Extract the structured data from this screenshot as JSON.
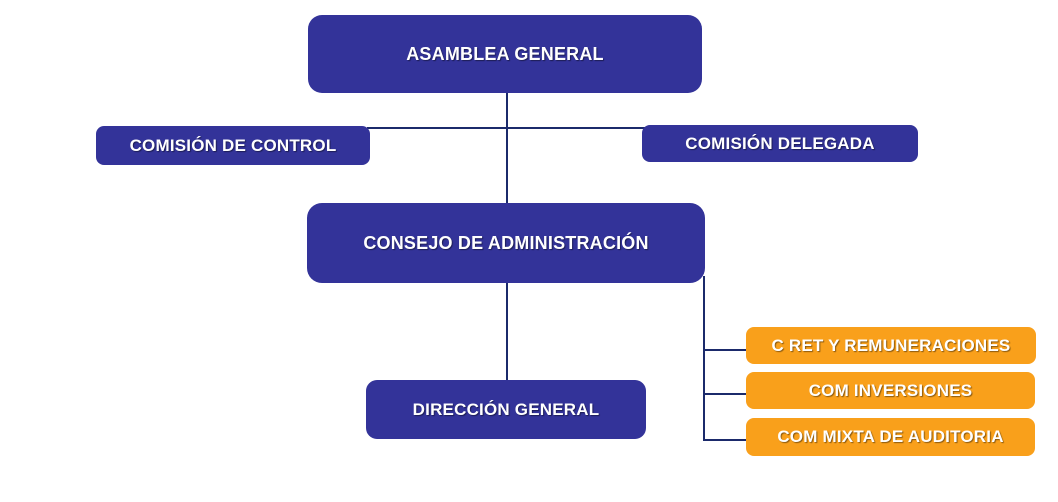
{
  "org_chart": {
    "nodes": {
      "asamblea": {
        "label": "ASAMBLEA GENERAL"
      },
      "control": {
        "label": "COMISIÓN DE CONTROL"
      },
      "delegada": {
        "label": "COMISIÓN DELEGADA"
      },
      "consejo": {
        "label": "CONSEJO DE ADMINISTRACIÓN"
      },
      "direccion": {
        "label": "DIRECCIÓN GENERAL"
      },
      "com_ret": {
        "label": "C RET Y REMUNERACIONES"
      },
      "com_inversiones": {
        "label": "COM INVERSIONES"
      },
      "com_auditoria": {
        "label": "COM MIXTA DE AUDITORIA"
      }
    },
    "edges": [
      {
        "from": "asamblea",
        "to": "control"
      },
      {
        "from": "asamblea",
        "to": "delegada"
      },
      {
        "from": "asamblea",
        "to": "consejo"
      },
      {
        "from": "consejo",
        "to": "direccion"
      },
      {
        "from": "consejo",
        "to": "com_ret"
      },
      {
        "from": "consejo",
        "to": "com_inversiones"
      },
      {
        "from": "consejo",
        "to": "com_auditoria"
      }
    ],
    "colors": {
      "node_blue": "#333399",
      "node_orange": "#F9A01B",
      "connector_navy": "#1B2A6B",
      "label_text": "#FFFFFF"
    }
  }
}
